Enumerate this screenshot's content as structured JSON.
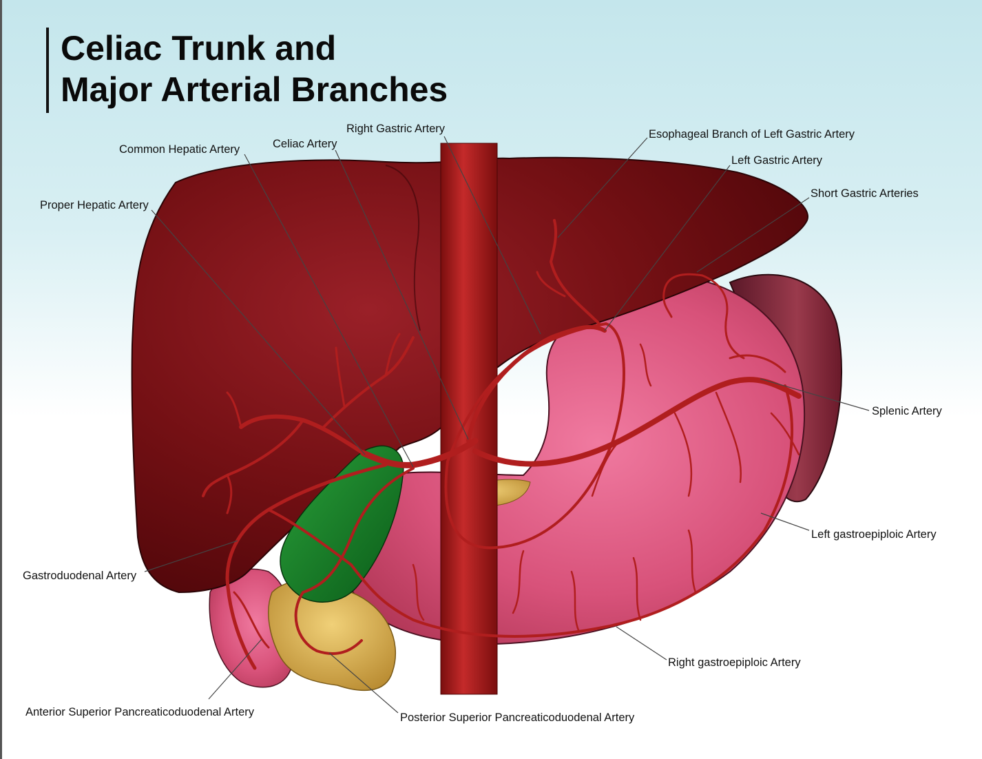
{
  "title": {
    "line1": "Celiac Trunk and",
    "line2": "Major Arterial Branches"
  },
  "labels": {
    "right_gastric": "Right Gastric Artery",
    "common_hepatic": "Common Hepatic Artery",
    "celiac": "Celiac Artery",
    "esophageal_branch": "Esophageal Branch of Left Gastric Artery",
    "left_gastric": "Left Gastric Artery",
    "proper_hepatic": "Proper Hepatic Artery",
    "short_gastric": "Short Gastric Arteries",
    "splenic": "Splenic Artery",
    "left_gastroepiploic": "Left gastroepiploic Artery",
    "gastroduodenal": "Gastroduodenal Artery",
    "right_gastroepiploic": "Right gastroepiploic Artery",
    "ant_sup_pancreaticoduodenal": "Anterior Superior Pancreaticoduodenal Artery",
    "post_sup_pancreaticoduodenal": "Posterior Superior Pancreaticoduodenal Artery"
  },
  "colors": {
    "liver": "#6e0d0f",
    "stomach": "#d8527a",
    "spleen": "#8a2a3a",
    "gallbladder": "#1a8a2a",
    "pancreas": "#d8b050",
    "artery": "#b01e1e",
    "aorta": "#a81a1a"
  }
}
